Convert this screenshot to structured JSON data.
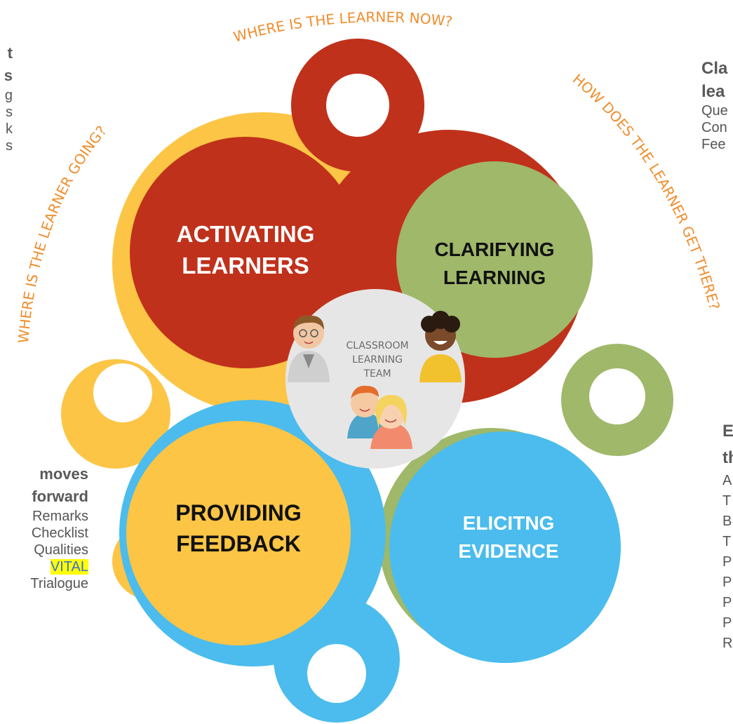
{
  "arcs": {
    "top": "WHERE IS THE LEARNER NOW?",
    "left": "WHERE IS THE LEARNER GOING?",
    "right": "HOW DOES THE LEARNER GET THERE?"
  },
  "circles": {
    "activating": [
      "ACTIVATING",
      "LEARNERS"
    ],
    "clarifying": [
      "CLARIFYING",
      "LEARNING"
    ],
    "providing": [
      "PROVIDING",
      "FEEDBACK"
    ],
    "eliciting": [
      "ELICITNG",
      "EVIDENCE"
    ]
  },
  "center": [
    "CLASSROOM",
    "LEARNING",
    "TEAM"
  ],
  "left_top": {
    "lines": [
      "t",
      "s",
      "g",
      "s",
      "k",
      "s"
    ]
  },
  "left_bottom": {
    "heading": [
      "moves",
      "forward"
    ],
    "items": [
      "Remarks",
      "Checklist",
      "Qualities",
      "VITAL",
      "Trialogue"
    ]
  },
  "right_top": {
    "heading": [
      "Cla",
      "lea"
    ],
    "items": [
      "Que",
      "Con",
      "Fee"
    ]
  },
  "right_bottom": {
    "heading": [
      "E",
      "th"
    ],
    "items": [
      "A",
      "T",
      "B",
      "T",
      "P",
      "P",
      "P",
      "P",
      "R"
    ]
  },
  "colors": {
    "red": "#c0311b",
    "green": "#9fb86a",
    "yellow": "#fcc545",
    "blue": "#4bbced",
    "orange_text": "#ef8e2e",
    "center_grey": "#e6e6e6",
    "highlight": "#ffff00"
  }
}
